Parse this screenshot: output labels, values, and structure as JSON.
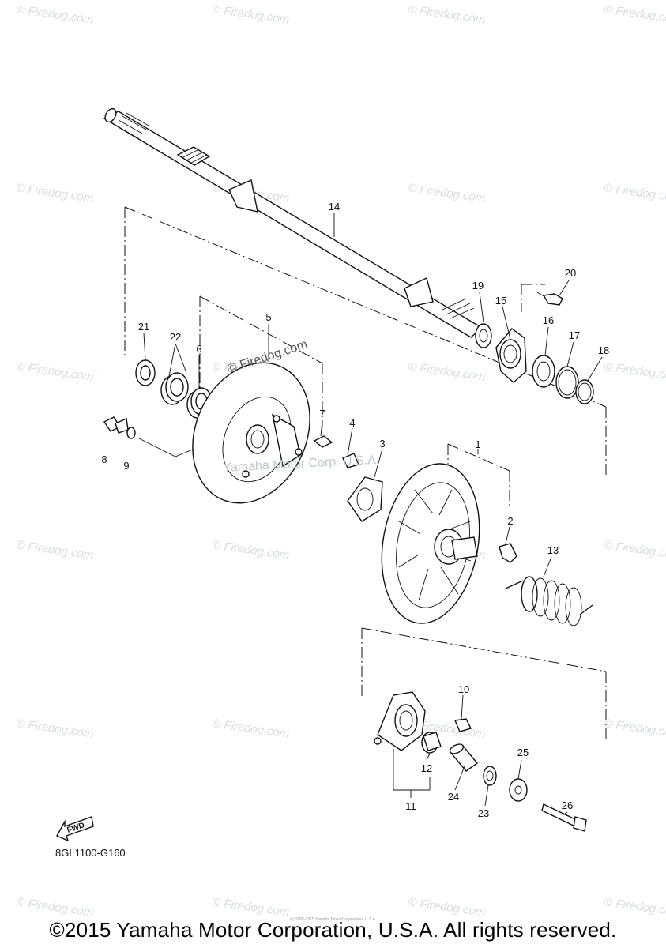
{
  "watermark": {
    "text": "© Firedog.com"
  },
  "overlay_mark": "© Firedog.com",
  "overlay_mark2": "Yamaha Motor Corp. U.S.A.",
  "figure_code": "8GL1100-G160",
  "fwd_label": "FWD",
  "copyright": "©2015 Yamaha Motor Corporation, U.S.A. All rights reserved.",
  "small_copyright": "(c) 2005-2015 Yamaha Motor Corporation, U.S.A.",
  "callouts": {
    "p1": "1",
    "p2": "2",
    "p3": "3",
    "p4": "4",
    "p5": "5",
    "p6": "6",
    "p7": "7",
    "p8": "8",
    "p9": "9",
    "p10": "10",
    "p11": "11",
    "p12": "12",
    "p13": "13",
    "p14": "14",
    "p15": "15",
    "p16": "16",
    "p17": "17",
    "p18": "18",
    "p19": "19",
    "p20": "20",
    "p21": "21",
    "p22": "22",
    "p23": "23",
    "p24": "24",
    "p25": "25",
    "p26": "26"
  }
}
